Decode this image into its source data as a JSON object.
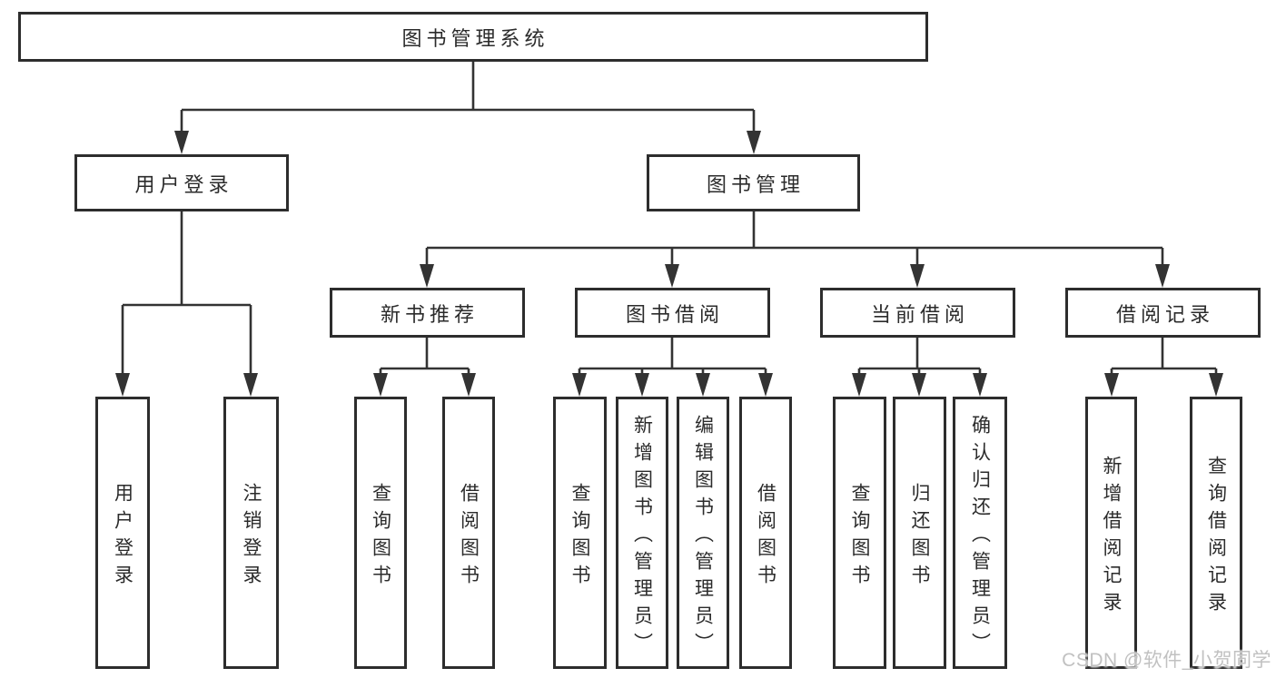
{
  "diagram": {
    "type": "tree",
    "title": "图书管理系统",
    "root": {
      "label": "图书管理系统",
      "children": [
        {
          "label": "用户登录",
          "children": [
            {
              "label": "用户登录"
            },
            {
              "label": "注销登录"
            }
          ]
        },
        {
          "label": "图书管理",
          "children": [
            {
              "label": "新书推荐",
              "children": [
                {
                  "label": "查询图书"
                },
                {
                  "label": "借阅图书"
                }
              ]
            },
            {
              "label": "图书借阅",
              "children": [
                {
                  "label": "查询图书"
                },
                {
                  "label": "新增图书（管理员）"
                },
                {
                  "label": "编辑图书（管理员）"
                },
                {
                  "label": "借阅图书"
                }
              ]
            },
            {
              "label": "当前借阅",
              "children": [
                {
                  "label": "查询图书"
                },
                {
                  "label": "归还图书"
                },
                {
                  "label": "确认归还（管理员）"
                }
              ]
            },
            {
              "label": "借阅记录",
              "children": [
                {
                  "label": "新增借阅记录"
                },
                {
                  "label": "查询借阅记录"
                }
              ]
            }
          ]
        }
      ]
    }
  },
  "watermark": {
    "text": "CSDN @软件_小贺同学"
  },
  "colors": {
    "line": "#333333",
    "box_border": "#2d2d2d",
    "text": "#2b2b2b",
    "background": "#ffffff",
    "watermark": "#c1c1c1"
  }
}
